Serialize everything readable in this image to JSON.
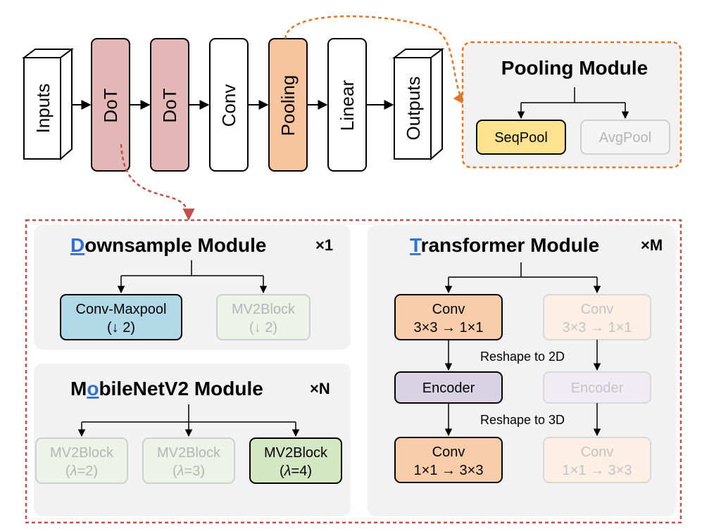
{
  "pipeline": {
    "inputs": "Inputs",
    "dot1": "DoT",
    "dot2": "DoT",
    "conv": "Conv",
    "pooling": "Pooling",
    "linear": "Linear",
    "outputs": "Outputs"
  },
  "pooling_module": {
    "title": "Pooling Module",
    "seqpool": "SeqPool",
    "avgpool": "AvgPool"
  },
  "downsample_module": {
    "title_first": "D",
    "title_rest": "ownsample Module",
    "multiplier": "×1",
    "conv_maxpool": {
      "line1": "Conv-Maxpool",
      "line2": "(↓ 2)"
    },
    "mv2block": {
      "line1": "MV2Block",
      "line2": "(↓ 2)"
    }
  },
  "mobilenet_module": {
    "title_pre": "M",
    "title_hl": "o",
    "title_rest": "bileNetV2 Module",
    "multiplier": "×N",
    "blocks": [
      {
        "line1": "MV2Block",
        "lambda": "λ",
        "eq": "=2"
      },
      {
        "line1": "MV2Block",
        "lambda": "λ",
        "eq": "=3"
      },
      {
        "line1": "MV2Block",
        "lambda": "λ",
        "eq": "=4"
      }
    ]
  },
  "transformer_module": {
    "title_first": "T",
    "title_rest": "ransformer Module",
    "multiplier": "×M",
    "conv_a": {
      "line1": "Conv",
      "line2": "3×3 → 1×1"
    },
    "encoder": "Encoder",
    "conv_b": {
      "line1": "Conv",
      "line2": "1×1 → 3×3"
    },
    "reshape_2d": "Reshape to 2D",
    "reshape_3d": "Reshape to 3D",
    "ghost_conv_a": {
      "line1": "Conv",
      "line2": "3×3 → 1×1"
    },
    "ghost_encoder": "Encoder",
    "ghost_conv_b": {
      "line1": "Conv",
      "line2": "1×1 → 3×3"
    }
  },
  "colors": {
    "dot": "#e2b7b5",
    "pooling": "#f7c49d",
    "seqpool": "#fde28f",
    "conv_maxpool": "#b0d8e6",
    "mv2_active": "#d4e7c3",
    "conv_tf": "#f9cdaa",
    "encoder": "#d8d2e3",
    "panel": "#f2f2f2",
    "dash_red": "#c0504d",
    "dash_orange": "#e0762b",
    "highlight_blue": "#2f6fd6"
  }
}
